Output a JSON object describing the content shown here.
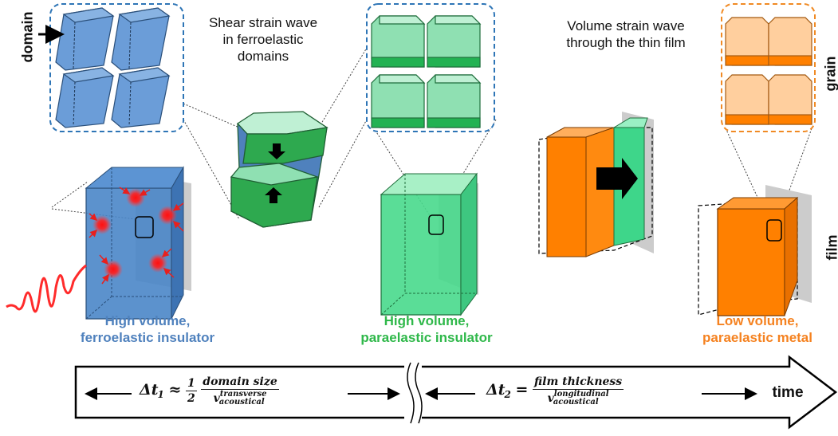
{
  "labels": {
    "domain": "domain",
    "grain": "grain",
    "film": "film",
    "shear_wave": [
      "Shear strain wave",
      "in ferroelastic",
      "domains"
    ],
    "volume_wave": [
      "Volume strain wave",
      "through the thin film"
    ]
  },
  "states": [
    {
      "line1": "High volume,",
      "line2": "ferroelastic insulator",
      "color": "#4f81bd"
    },
    {
      "line1": "High volume,",
      "line2": "paraelastic insulator",
      "color": "#2fb84a"
    },
    {
      "line1": "Low volume,",
      "line2": "paraelastic metal",
      "color": "#f58220"
    }
  ],
  "timeline": {
    "dt1": {
      "lhs": "Δt",
      "sub": "1",
      "rel": "≈",
      "coef_num": "1",
      "coef_den": "2",
      "num": "domain size",
      "den_v": "v",
      "den_sup": "transverse",
      "den_sub": "acoustical"
    },
    "dt2": {
      "lhs": "Δt",
      "sub": "2",
      "rel": "=",
      "num": "film thickness",
      "den_v": "v",
      "den_sup": "longitudinal",
      "den_sub": "acoustical"
    },
    "time_label": "time"
  },
  "colors": {
    "blue": "#4f81bd",
    "green": "#3ed68a",
    "orange": "#ff8000",
    "red": "#e8201e",
    "grey": "#cfcfcf"
  }
}
